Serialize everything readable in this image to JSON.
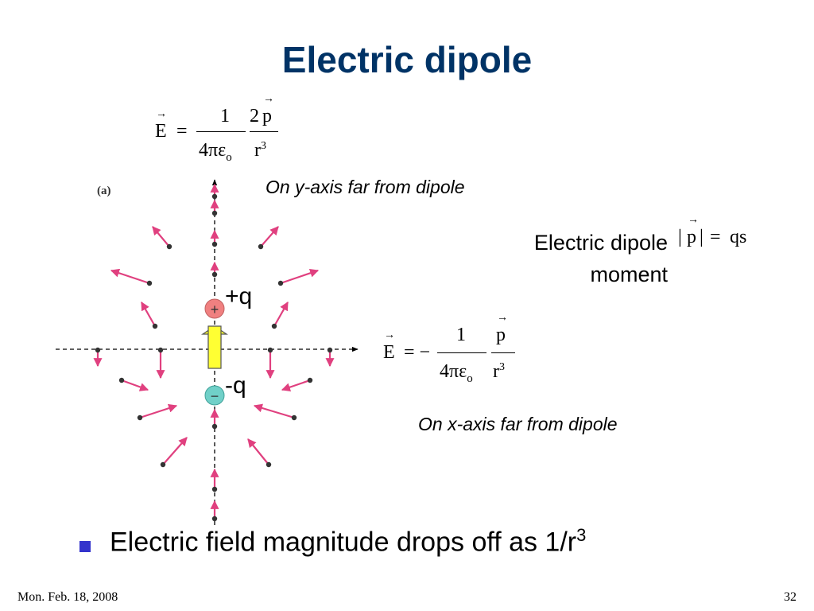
{
  "slide": {
    "title": "Electric dipole",
    "fig_label": "(a)",
    "y_axis_note": "On y-axis far from dipole",
    "x_axis_note": "On x-axis far from dipole",
    "moment_label_line1": "Electric dipole",
    "moment_label_line2": "moment",
    "plus_label": "+q",
    "minus_label": "-q",
    "plus_sign": "+",
    "minus_sign": "−",
    "bullet_text": "Electric field magnitude drops off as 1/r",
    "bullet_sup": "3",
    "footer_date": "Mon. Feb. 18, 2008",
    "footer_page": "32"
  },
  "eq_y": {
    "lhs": "E",
    "equals": "=",
    "num1": "1",
    "den1": "4πε",
    "den1_sub": "o",
    "num2_coef": "2",
    "num2_var": "p",
    "den2_var": "r",
    "den2_exp": "3"
  },
  "eq_x": {
    "lhs": "E",
    "equals": "= −",
    "num1": "1",
    "den1": "4πε",
    "den1_sub": "o",
    "num2_var": "p",
    "den2_var": "r",
    "den2_exp": "3"
  },
  "eq_p": {
    "bar_left": "|",
    "var": "p",
    "bar_right": "|",
    "equals": "=",
    "rhs": "qs"
  },
  "colors": {
    "title": "#003366",
    "arrow": "#e0407f",
    "dot": "#333333",
    "plus_charge": "#f08080",
    "minus_charge": "#70d0c8",
    "dipole_arrow": "#ffff33",
    "bullet": "#3333cc"
  }
}
